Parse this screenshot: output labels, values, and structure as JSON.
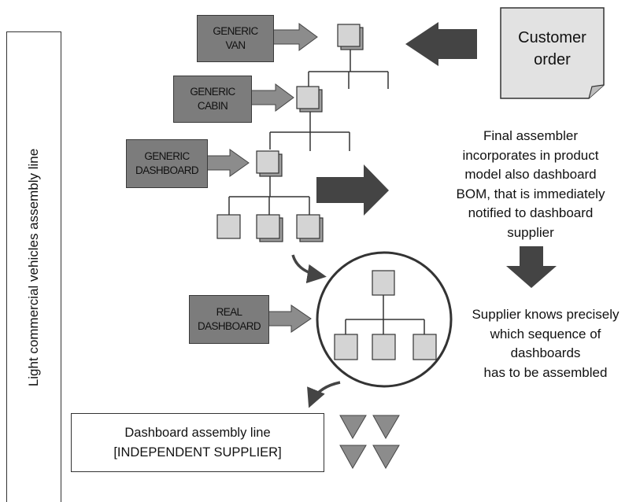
{
  "side_label": "Light commercial vehicles assembly line",
  "customer_order": "Customer\norder",
  "tags": {
    "generic_van": "GENERIC\nVAN",
    "generic_cabin": "GENERIC\nCABIN",
    "generic_dashboard": "GENERIC\nDASHBOARD",
    "real_dashboard": "REAL\nDASHBOARD"
  },
  "final_assembler_text": "Final assembler\nincorporates in product\nmodel also dashboard\nBOM, that is immediately\nnotified to dashboard\nsupplier",
  "supplier_knows_text": "Supplier knows precisely\nwhich sequence of\ndashboards\nhas to be assembled",
  "dashboard_line": {
    "line1": "Dashboard assembly line",
    "line2": "[INDEPENDENT SUPPLIER]"
  },
  "colors": {
    "tag_fill": "#7c7c7c",
    "node_fill": "#d4d4d4",
    "arrow_dark": "#444444",
    "note_fill": "#e2e2e2",
    "triangle_fill": "#8c8c8c"
  }
}
